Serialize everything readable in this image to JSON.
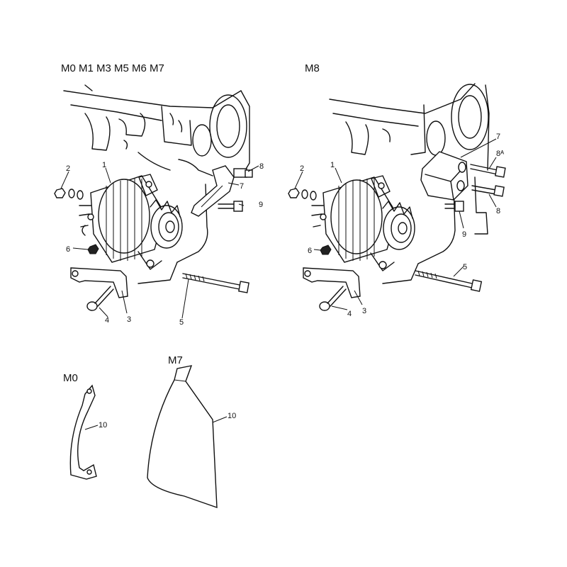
{
  "panels": {
    "top_left": {
      "header": "M0 M1 M3 M5 M6 M7",
      "callouts": [
        "1",
        "2",
        "3",
        "4",
        "5",
        "6",
        "7",
        "8",
        "9"
      ]
    },
    "top_right": {
      "header": "M8",
      "callouts": [
        "1",
        "2",
        "3",
        "4",
        "5",
        "6",
        "7",
        "8ᴬ",
        "8",
        "9"
      ]
    },
    "bottom_left": {
      "header": "M0",
      "callouts": [
        "10"
      ]
    },
    "bottom_middle": {
      "header": "M7",
      "callouts": [
        "10"
      ]
    }
  }
}
